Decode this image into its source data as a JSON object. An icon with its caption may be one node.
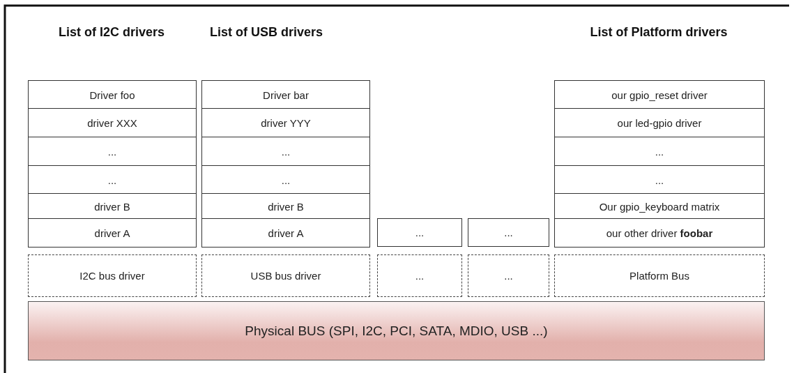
{
  "diagram": {
    "nodes": [
      {
        "text": [
          "Driver foo"
        ]
      },
      {
        "text": [
          "driver XXX"
        ]
      },
      {
        "text": [
          "..."
        ]
      },
      {
        "text": [
          "..."
        ]
      },
      {
        "text": [
          "driver B"
        ]
      },
      {
        "text": [
          "driver A"
        ]
      },
      {
        "text": [
          "Driver bar"
        ]
      },
      {
        "text": [
          "driver YYY"
        ]
      },
      {
        "text": [
          "..."
        ]
      },
      {
        "text": [
          "..."
        ]
      },
      {
        "text": [
          "driver B"
        ]
      },
      {
        "text": [
          "driver A"
        ]
      },
      {
        "text": [
          "..."
        ]
      },
      {
        "text": [
          "..."
        ]
      },
      {
        "text": [
          "our gpio_reset driver"
        ]
      },
      {
        "text": [
          "our led-gpio driver"
        ]
      },
      {
        "text": [
          "..."
        ]
      },
      {
        "text": [
          "..."
        ]
      },
      {
        "text": [
          "Our gpio_keyboard matrix"
        ]
      },
      {
        "text": [
          "our other driver **foobar**"
        ]
      },
      {
        "text": [
          "I2C bus driver"
        ]
      },
      {
        "text": [
          "USB bus driver"
        ]
      },
      {
        "text": [
          "..."
        ]
      },
      {
        "text": [
          "..."
        ]
      },
      {
        "text": [
          "Platform Bus"
        ]
      },
      {
        "text": [
          "Physical BUS (SPI, I2C, PCI, SATA, MDIO, USB ...)"
        ]
      }
    ],
    "labels": [
      "List of I2C drivers",
      "List of USB drivers",
      "List of Platform drivers"
    ]
  }
}
